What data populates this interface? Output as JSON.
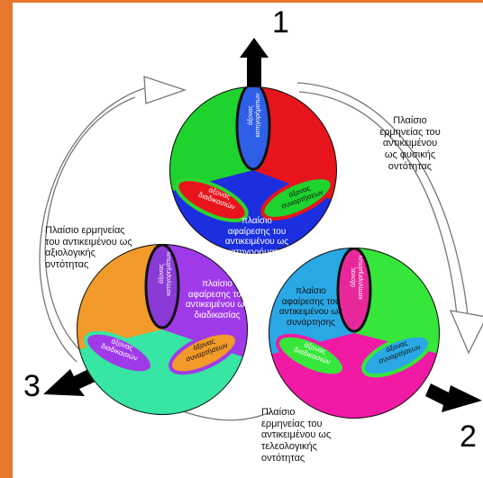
{
  "numbers": {
    "n1": "1",
    "n2": "2",
    "n3": "3"
  },
  "frames": {
    "physical": [
      "Πλαίσιο",
      "ερμηνείας του",
      "αντικειμένου",
      "ως φυσικής",
      "οντότητας"
    ],
    "axiological": [
      "Πλαίσιο ερμηνείας",
      "του αντικειμένου ως",
      "αξιολογικής",
      "οντότητας"
    ],
    "teleological": [
      "Πλαίσιο",
      "ερμηνείας του",
      "αντικειμένου ως",
      "τελεολογικής",
      "οντότητας"
    ]
  },
  "circle_top": {
    "axis_predicate": [
      "άξονας",
      "κατηγορήματων"
    ],
    "axis_process": [
      "άξονας",
      "διαδικασιών"
    ],
    "axis_function": [
      "άξονας",
      "συναρτήσεων"
    ],
    "abstraction": [
      "πλαίσιο",
      "αφαίρεσης του",
      "αντικειμένου ως",
      "κατηγορήματος"
    ]
  },
  "circle_left": {
    "axis_predicate": [
      "άξονας",
      "κατηγορημάτων"
    ],
    "axis_process": [
      "άξονας",
      "διαδικασιών"
    ],
    "axis_function": [
      "άξονας",
      "συναρτήσεων"
    ],
    "abstraction": [
      "πλαίσιο",
      "αφαίρεσης του",
      "αντικειμένου ως",
      "διαδικασίας"
    ]
  },
  "circle_right": {
    "axis_predicate": [
      "άξονας",
      "κατηγορημάτων"
    ],
    "axis_process": [
      "άξονας",
      "διαδικασιών"
    ],
    "axis_function": [
      "άξονας",
      "συναρτήσεων"
    ],
    "abstraction": [
      "πλαίσιο",
      "αφαίρεσης του",
      "αντικειμένου ως",
      "συνάρτησης"
    ]
  },
  "colors": {
    "frame": "#e6782f",
    "top": {
      "red": "#e8141c",
      "green": "#1fd32f",
      "blue": "#1b2fe0",
      "petal": "#2f5fe6"
    },
    "left": {
      "orange": "#f29a2a",
      "purple": "#a03ae8",
      "mint": "#37e6a2",
      "petal": "#8a3ad6"
    },
    "right": {
      "cyan": "#2aa8e6",
      "green": "#37e63a",
      "magenta": "#f01aa5",
      "petal": "#e8289a"
    }
  }
}
